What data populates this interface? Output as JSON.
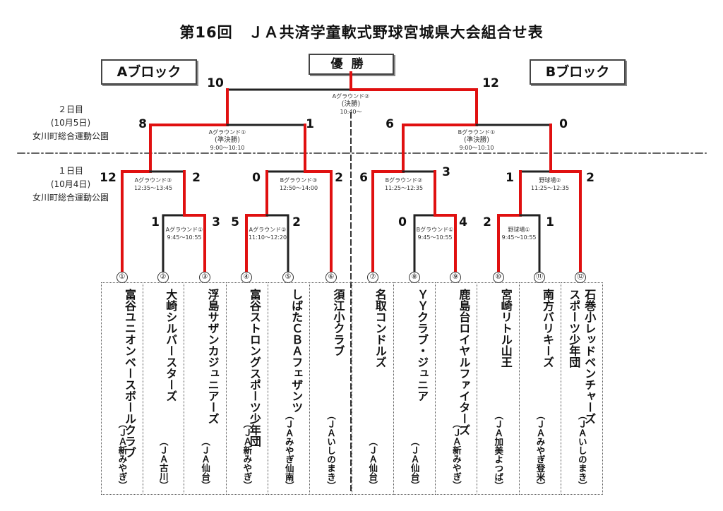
{
  "title": "第16回　ＪＡ共済学童軟式野球宮城県大会組合せ表",
  "winner_label": "優勝",
  "blocks": {
    "a": "Aブロック",
    "b": "Bブロック"
  },
  "days": [
    {
      "day": "２日目",
      "date": "(10月5日)",
      "venue": "女川町総合運動公園"
    },
    {
      "day": "１日目",
      "date": "(10月4日)",
      "venue": "女川町総合運動公園"
    }
  ],
  "final": {
    "ground": "Aグラウンド②",
    "round": "(決勝)",
    "time": "10:40～",
    "score_a": "10",
    "score_b": "12"
  },
  "semis": [
    {
      "ground": "Aグラウンド①",
      "round": "(準決勝)",
      "time": "9:00～10:10",
      "score_l": "8",
      "score_r": "1"
    },
    {
      "ground": "Bグラウンド①",
      "round": "(準決勝)",
      "time": "9:00～10:10",
      "score_l": "6",
      "score_r": "0"
    }
  ],
  "quarters": [
    {
      "ground": "Aグラウンド③",
      "time": "12:35～13:45",
      "score_l": "12",
      "score_r": "2"
    },
    {
      "ground": "Bグラウンド③",
      "time": "12:50～14:00",
      "score_l": "0",
      "score_r": "2"
    },
    {
      "ground": "Bグラウンド②",
      "time": "11:25～12:35",
      "score_l": "6",
      "score_r": "3"
    },
    {
      "ground": "野球場②",
      "time": "11:25～12:35",
      "score_l": "1",
      "score_r": "2"
    }
  ],
  "first_round": [
    {
      "ground": "Aグラウンド①",
      "time": "9:45～10:55",
      "score_l": "1",
      "score_r": "3"
    },
    {
      "ground": "Aグラウンド②",
      "time": "11:10～12:20",
      "score_l": "5",
      "score_r": "2"
    },
    {
      "ground": "Bグラウンド①",
      "time": "9:45～10:55",
      "score_l": "0",
      "score_r": "4"
    },
    {
      "ground": "野球場①",
      "time": "9:45～10:55",
      "score_l": "2",
      "score_r": "1"
    }
  ],
  "teams": [
    {
      "no": "①",
      "name": "富谷ユニオンベースボールクラブ",
      "aff": "（ＪＡ新みやぎ）"
    },
    {
      "no": "②",
      "name": "大崎シルバースターズ",
      "aff": "（ＪＡ古川）"
    },
    {
      "no": "③",
      "name": "浮島サザンカジュニアーズ",
      "aff": "（ＪＡ仙台）"
    },
    {
      "no": "④",
      "name": "富谷ストロングスポーツ少年団",
      "aff": "（ＪＡ新みやぎ）"
    },
    {
      "no": "⑤",
      "name": "しばたＣＢＡフェザンツ",
      "aff": "（ＪＡみやぎ仙南）"
    },
    {
      "no": "⑥",
      "name": "須江小クラブ",
      "aff": "（ＪＡいしのまき）"
    },
    {
      "no": "⑦",
      "name": "名取コンドルズ",
      "aff": "（ＪＡ仙台）"
    },
    {
      "no": "⑧",
      "name": "ＹＹクラブ・ジュニア",
      "aff": "（ＪＡ仙台）"
    },
    {
      "no": "⑨",
      "name": "鹿島台ロイヤルファイターズ",
      "aff": "（ＪＡ新みやぎ）"
    },
    {
      "no": "⑩",
      "name": "宮崎リトル山王",
      "aff": "（ＪＡ加美よつば）"
    },
    {
      "no": "⑪",
      "name": "南方バリキーズ",
      "aff": "（ＪＡみやぎ登米）"
    },
    {
      "no": "⑫",
      "name": "石巻小レッドベンチャーズ\nスポーツ少年団",
      "aff": "（ＪＡいしのまき）"
    }
  ],
  "colors": {
    "win": "#e01010",
    "lose": "#222222"
  }
}
